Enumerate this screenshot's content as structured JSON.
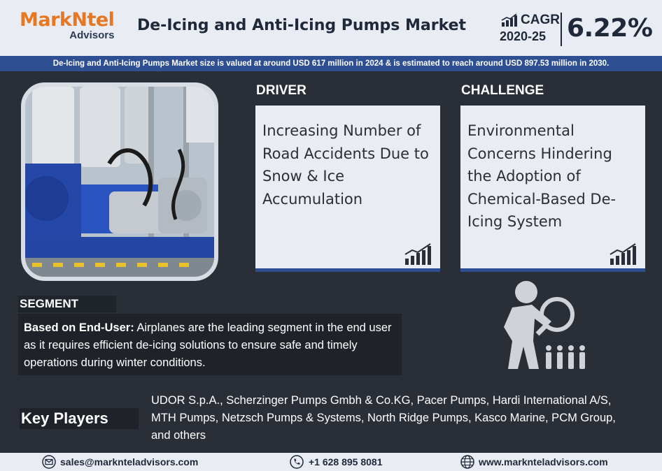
{
  "header": {
    "logo_brand": "MarkNtel",
    "logo_sub": "Advisors",
    "title": "De-Icing and Anti-Icing Pumps Market",
    "cagr_label": "CAGR",
    "cagr_period": "2020-25",
    "cagr_value": "6.22%"
  },
  "banner": {
    "text": "De-Icing and Anti-Icing Pumps Market size is valued at around USD 617 million in 2024 & is estimated to reach around USD 897.53 million in 2030."
  },
  "driver": {
    "label": "DRIVER",
    "text": "Increasing Number of Road Accidents Due to Snow & Ice Accumulation"
  },
  "challenge": {
    "label": "CHALLENGE",
    "text": "Environmental Concerns Hindering the Adoption of Chemical-Based De-Icing System"
  },
  "segment": {
    "label": "SEGMENT",
    "lead": "Based on End-User:",
    "text": " Airplanes are the leading segment in the end user as it requires efficient de-icing solutions to ensure safe and timely operations during winter conditions."
  },
  "key_players": {
    "label": "Key Players",
    "text": "UDOR S.p.A., Scherzinger Pumps Gmbh & Co.KG, Pacer Pumps, Hardi International A/S, MTH Pumps, Netzsch Pumps & Systems, North Ridge Pumps, Kasco Marine, PCM Group, and others"
  },
  "footer": {
    "email": "sales@marknteladvisors.com",
    "phone": "+1 628 895 8081",
    "website": "www.marknteladvisors.com"
  },
  "colors": {
    "accent_orange": "#e87722",
    "brand_blue": "#2f4f93",
    "dark_bg": "#2a2e36"
  }
}
